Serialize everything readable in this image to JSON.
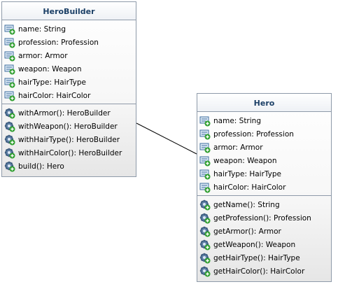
{
  "classes": {
    "hero_builder": {
      "name": "HeroBuilder",
      "attributes": [
        "name: String",
        "profession: Profession",
        "armor: Armor",
        "weapon: Weapon",
        "hairType: HairType",
        "hairColor: HairColor"
      ],
      "operations": [
        "withArmor(): HeroBuilder",
        "withWeapon(): HeroBuilder",
        "withHairType(): HeroBuilder",
        "withHairColor(): HeroBuilder",
        "build(): Hero"
      ]
    },
    "hero": {
      "name": "Hero",
      "attributes": [
        "name: String",
        "profession: Profession",
        "armor: Armor",
        "weapon: Weapon",
        "hairType: HairType",
        "hairColor: HairColor"
      ],
      "operations": [
        "getName(): String",
        "getProfession(): Profession",
        "getArmor(): Armor",
        "getWeapon(): Weapon",
        "getHairType(): HairType",
        "getHairColor(): HairColor"
      ]
    }
  },
  "icons": {
    "attribute": "field-icon",
    "operation": "method-icon"
  },
  "colors": {
    "border": "#8e9aa9",
    "title": "#1b3f66",
    "connector": "#000000",
    "field_icon": "#3f6f9f",
    "plus_badge": "#2e9e2e"
  }
}
